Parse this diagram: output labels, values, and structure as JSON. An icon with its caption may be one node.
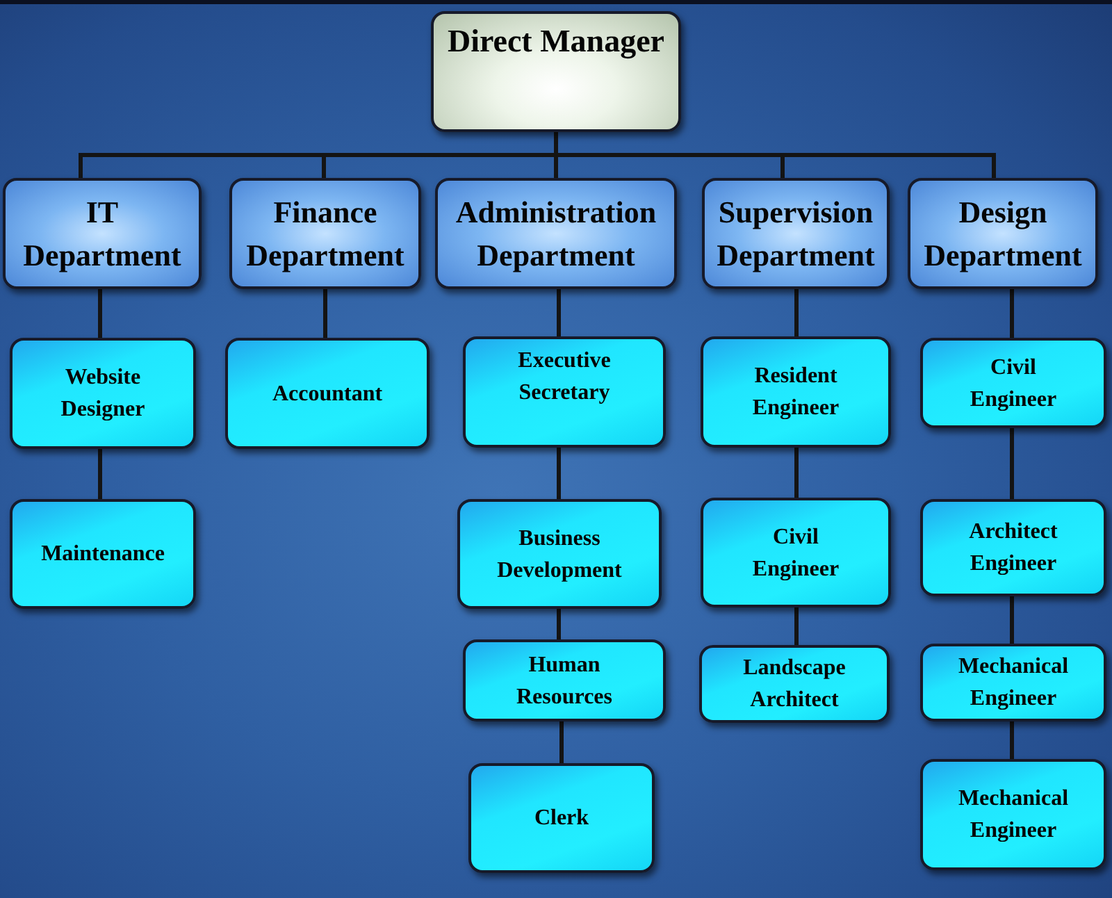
{
  "diagram": {
    "nodes": [
      {
        "text": [
          "Direct Manager"
        ]
      },
      {
        "text": [
          "IT Department"
        ]
      },
      {
        "text": [
          "Finance Department"
        ]
      },
      {
        "text": [
          "Administration Department"
        ]
      },
      {
        "text": [
          "Supervision Department"
        ]
      },
      {
        "text": [
          "Design Department"
        ]
      },
      {
        "text": [
          "Website Designer"
        ]
      },
      {
        "text": [
          "Maintenance"
        ]
      },
      {
        "text": [
          "Accountant"
        ]
      },
      {
        "text": [
          "Executive Secretary"
        ]
      },
      {
        "text": [
          "Business Development"
        ]
      },
      {
        "text": [
          "Human Resources"
        ]
      },
      {
        "text": [
          "Clerk"
        ]
      },
      {
        "text": [
          "Resident Engineer"
        ]
      },
      {
        "text": [
          "Civil Engineer"
        ]
      },
      {
        "text": [
          "Landscape Architect"
        ]
      },
      {
        "text": [
          "Civil Engineer"
        ]
      },
      {
        "text": [
          "Architect Engineer"
        ]
      },
      {
        "text": [
          "Mechanical Engineer"
        ]
      },
      {
        "text": [
          "Mechanical Engineer"
        ]
      }
    ],
    "edges": [
      {
        "from": 0,
        "to": 1,
        "arrow": "none"
      },
      {
        "from": 0,
        "to": 2,
        "arrow": "none"
      },
      {
        "from": 0,
        "to": 3,
        "arrow": "none"
      },
      {
        "from": 0,
        "to": 4,
        "arrow": "none"
      },
      {
        "from": 0,
        "to": 5,
        "arrow": "none"
      },
      {
        "from": 1,
        "to": 6,
        "arrow": "none"
      },
      {
        "from": 6,
        "to": 7,
        "arrow": "none"
      },
      {
        "from": 2,
        "to": 8,
        "arrow": "none"
      },
      {
        "from": 3,
        "to": 9,
        "arrow": "none"
      },
      {
        "from": 9,
        "to": 10,
        "arrow": "none"
      },
      {
        "from": 10,
        "to": 11,
        "arrow": "none"
      },
      {
        "from": 11,
        "to": 12,
        "arrow": "none"
      },
      {
        "from": 4,
        "to": 13,
        "arrow": "none"
      },
      {
        "from": 13,
        "to": 14,
        "arrow": "none"
      },
      {
        "from": 14,
        "to": 15,
        "arrow": "none"
      },
      {
        "from": 5,
        "to": 16,
        "arrow": "none"
      },
      {
        "from": 16,
        "to": 17,
        "arrow": "none"
      },
      {
        "from": 17,
        "to": 18,
        "arrow": "none"
      },
      {
        "from": 18,
        "to": 19,
        "arrow": "none"
      }
    ]
  }
}
